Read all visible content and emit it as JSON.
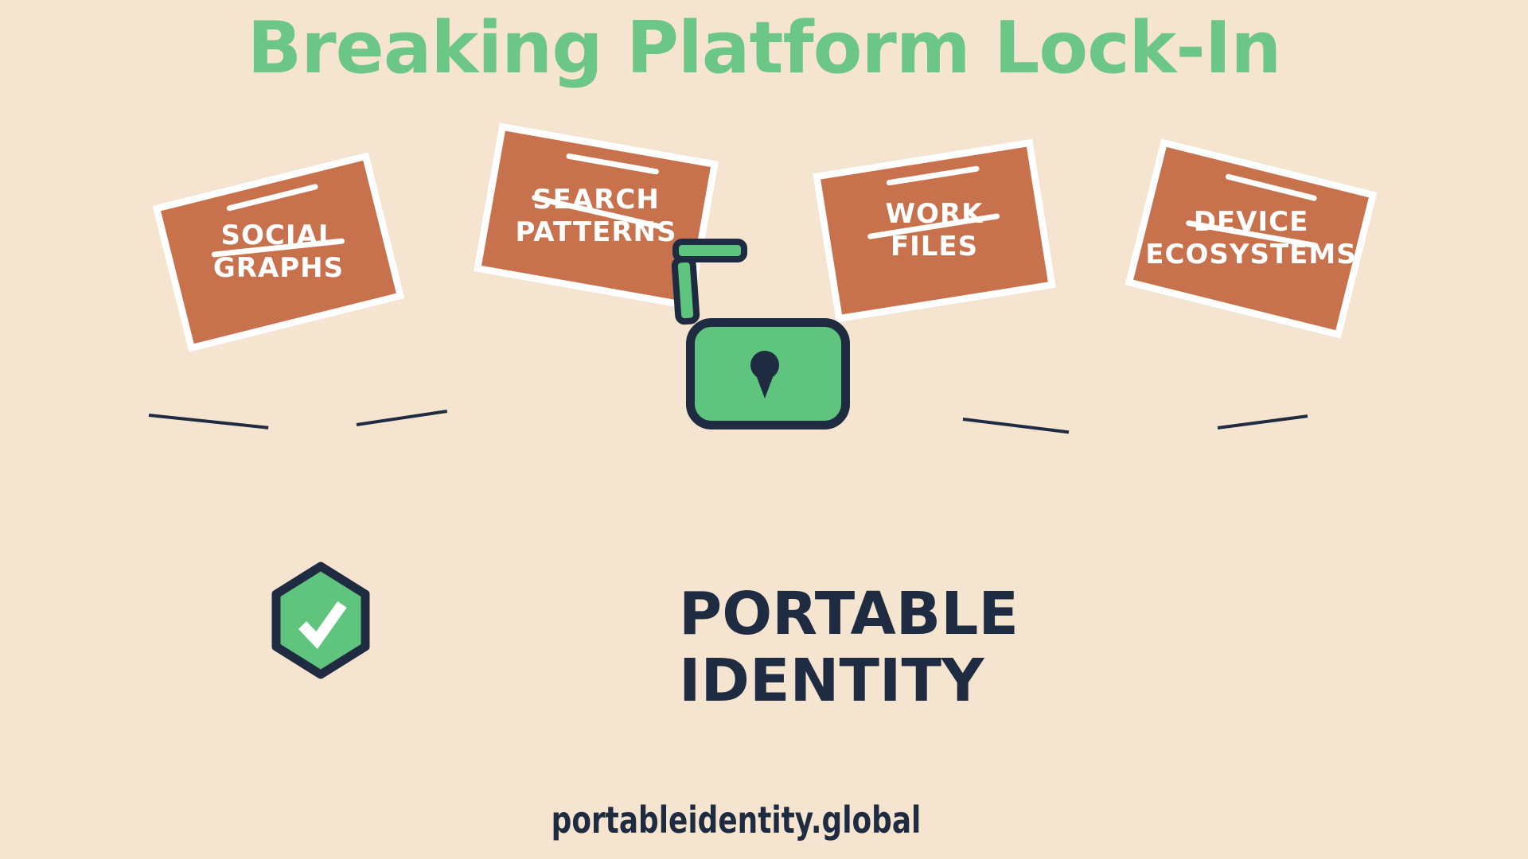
{
  "title": {
    "text": "Breaking Platform Lock-In"
  },
  "platforms": [
    {
      "line1": "SOCIAL",
      "line2": "GRAPHS"
    },
    {
      "line1": "SEARCH",
      "line2": "PATTERNS"
    },
    {
      "line1": "WORK",
      "line2": "FILES"
    },
    {
      "line1": "DEVICE",
      "line2": "ECOSYSTEMS"
    }
  ],
  "lock": {
    "icon": "open-padlock-icon"
  },
  "badge": {
    "icon": "hexagon-check-icon"
  },
  "result": {
    "line1": "PORTABLE",
    "line2": "IDENTITY"
  },
  "footer": {
    "url": "portableidentity.global"
  },
  "colors": {
    "background": "#f5e5d0",
    "card_orange": "#c7714d",
    "title_green": "#6cc688",
    "icon_green": "#5ec47e",
    "navy": "#1f2b40",
    "line_white": "#ffffff"
  }
}
